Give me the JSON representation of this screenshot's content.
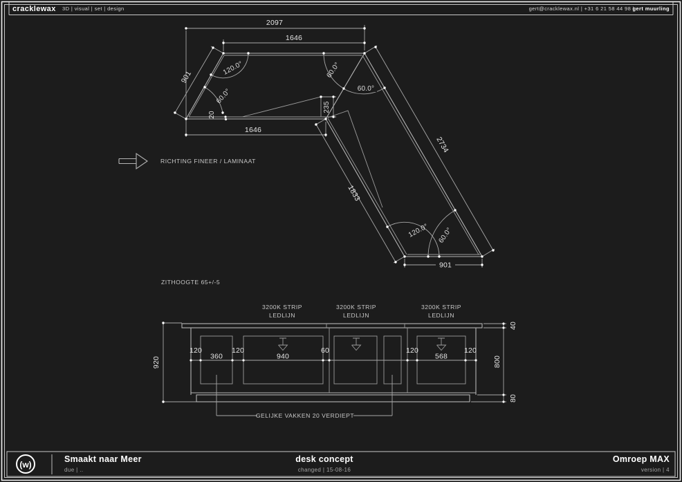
{
  "header": {
    "brand": "cracklewax",
    "services": "3D | visual | set | design",
    "contact": "gert@cracklewax.nl  |  +31 6 21 58 44 98  |",
    "author": "gert muurling"
  },
  "plan": {
    "dim_total_width": "2097",
    "dim_top_edge": "1646",
    "dim_left_edge": "901",
    "angle_top_left": "120.0°",
    "angle_bottom_left": "60.0°",
    "dim_edge_thickness": "20",
    "dim_bottom_edge": "1646",
    "dim_wedge_height": "235",
    "angle_top_right_inner": "60.0°",
    "angle_top_right_outer": "60.0°",
    "dim_arm_outer": "2734",
    "dim_arm_inner": "1833",
    "angle_arm_bottom_left": "120.0°",
    "angle_arm_bottom_right": "60.0°",
    "dim_arm_bottom": "901",
    "note_grain": "RICHTING FINEER / LAMINAAT"
  },
  "elevation": {
    "note_seat_height": "ZITHOOGTE 65+/-5",
    "led_strips": [
      {
        "line1": "3200K STRIP",
        "line2": "LEDLIJN"
      },
      {
        "line1": "3200K STRIP",
        "line2": "LEDLIJN"
      },
      {
        "line1": "3200K STRIP",
        "line2": "LEDLIJN"
      }
    ],
    "dim_height_total": "920",
    "dim_top_thickness": "40",
    "dim_body_height": "800",
    "dim_plinth_height": "80",
    "dim_gap_1": "120",
    "dim_panel_1": "360",
    "dim_gap_2": "120",
    "dim_panel_2": "940",
    "dim_gap_3": "60",
    "dim_gap_4": "120",
    "dim_panel_3": "568",
    "dim_gap_5": "120",
    "note_panels": "GELIJKE VAKKEN 20 VERDIEPT"
  },
  "footer": {
    "logo": "(w)",
    "project": "Smaakt naar Meer",
    "due": "due  |  ..",
    "doc_title": "desk concept",
    "changed": "changed  |  15-08-16",
    "client": "Omroep MAX",
    "version": "version  |  4"
  }
}
